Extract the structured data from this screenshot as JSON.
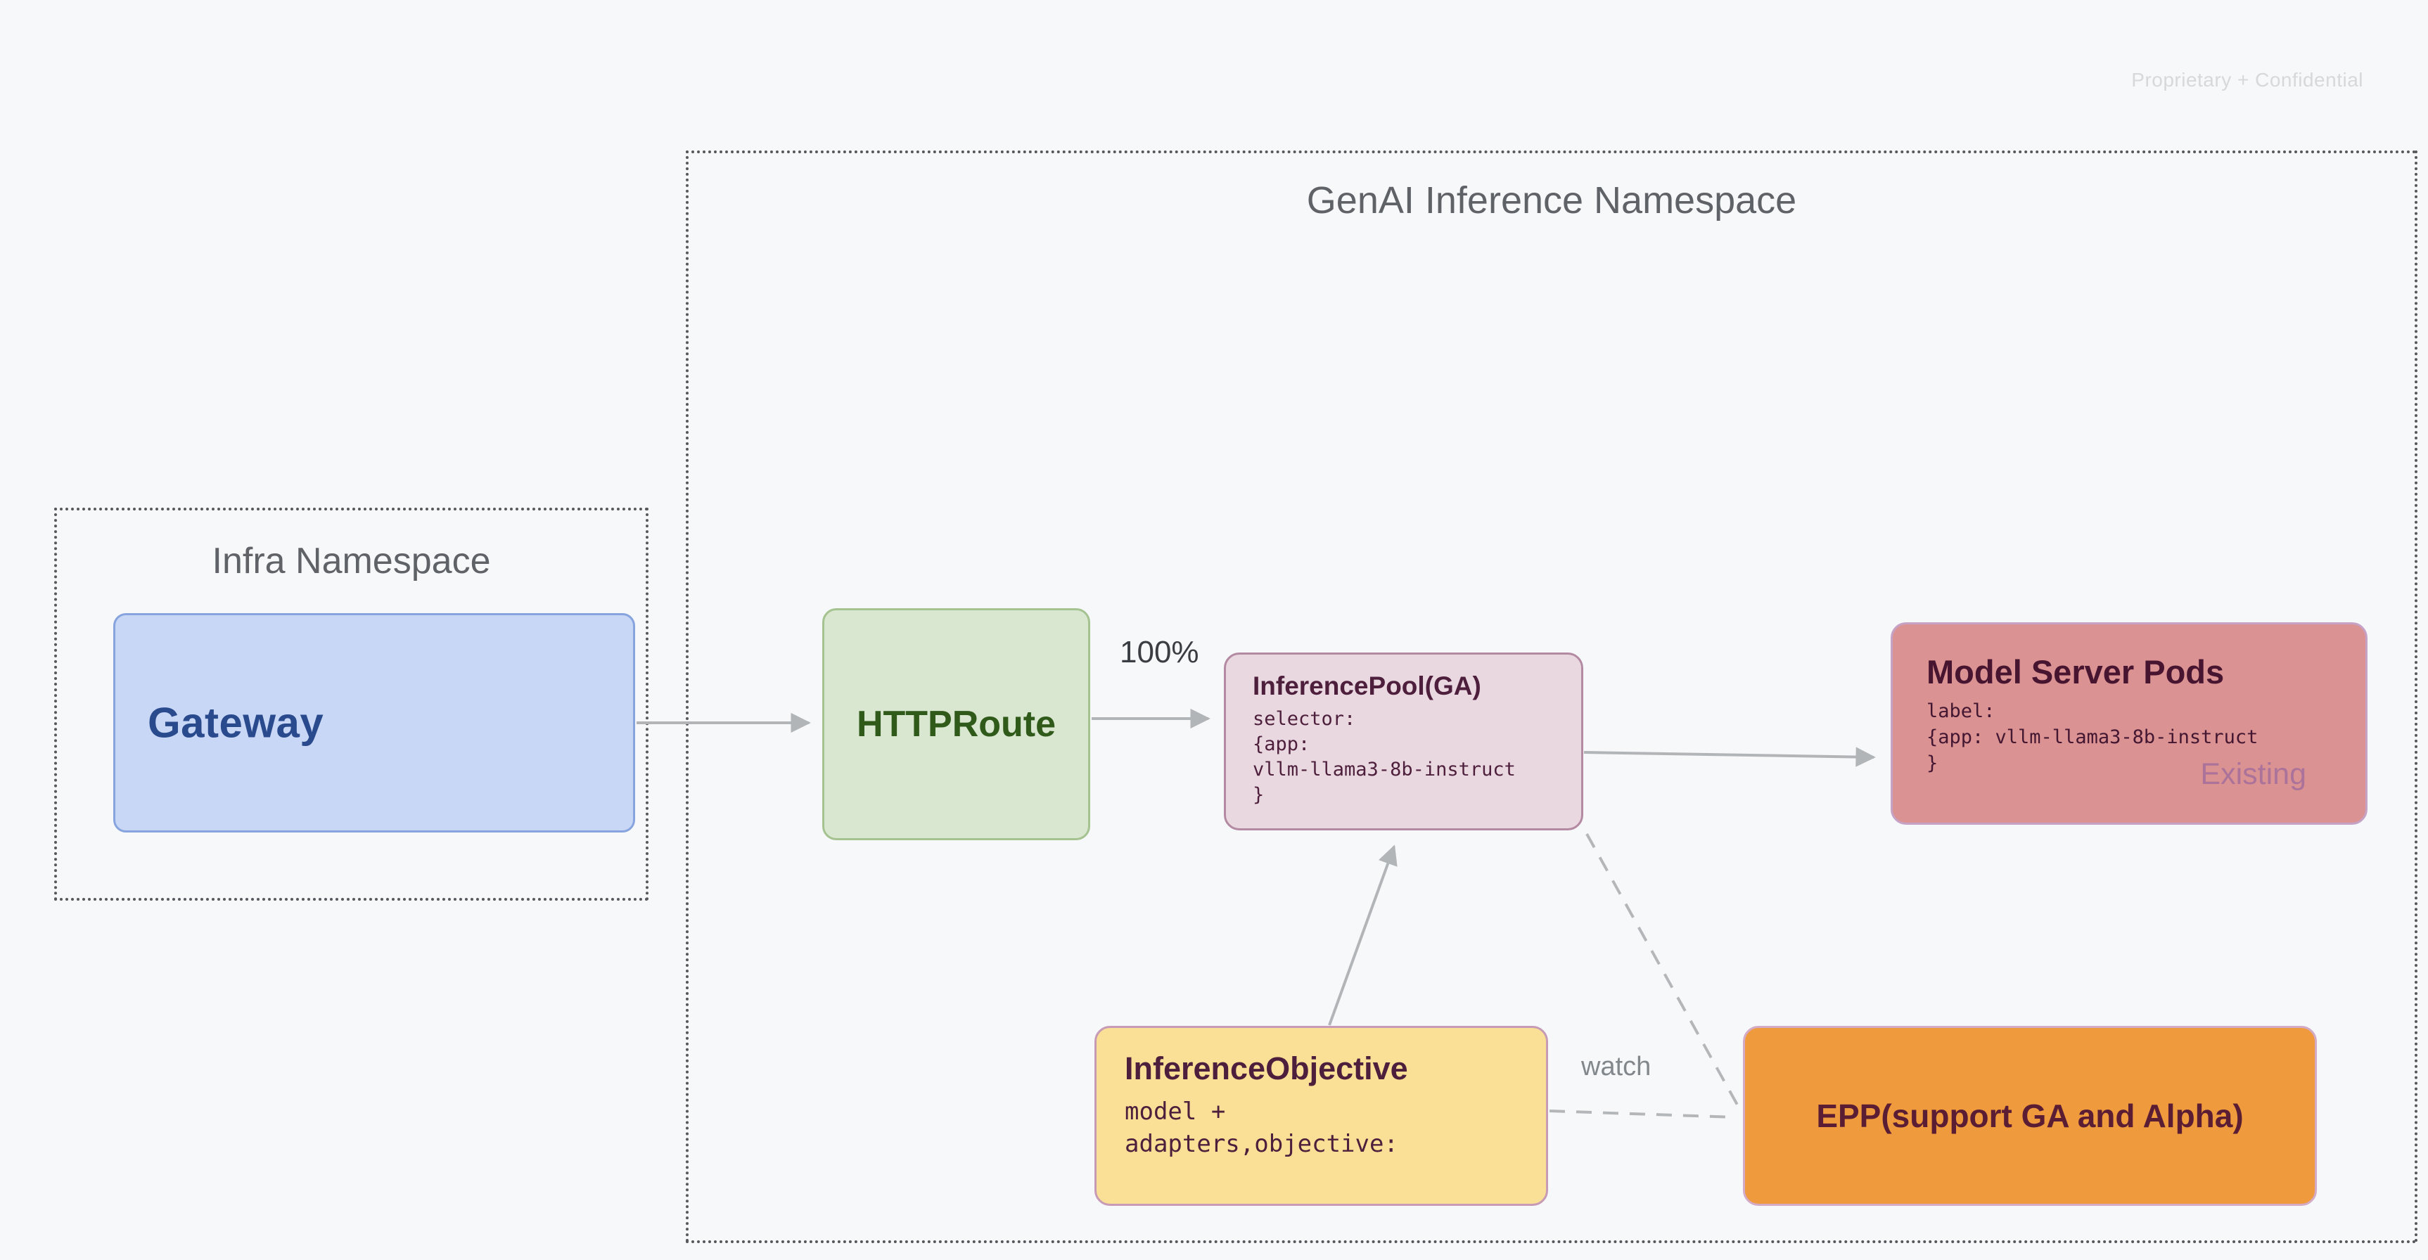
{
  "watermark": "Proprietary + Confidential",
  "genai_namespace": {
    "title": "GenAI Inference Namespace"
  },
  "infra_namespace": {
    "title": "Infra Namespace"
  },
  "nodes": {
    "gateway": {
      "label": "Gateway"
    },
    "httproute": {
      "label": "HTTPRoute"
    },
    "inference_pool": {
      "title": "InferencePool(GA)",
      "code": "selector:\n{app:\nvllm-llama3-8b-instruct\n}"
    },
    "model_server_pods": {
      "title": "Model Server Pods",
      "code": "label:\n{app: vllm-llama3-8b-instruct\n}",
      "status_watermark": "Existing"
    },
    "inference_objective": {
      "title": "InferenceObjective",
      "code": "model +\nadapters,objective:"
    },
    "epp": {
      "label": "EPP(support GA and Alpha)"
    }
  },
  "edge_labels": {
    "route_weight": "100%",
    "watch": "watch"
  },
  "colors": {
    "background": "#f7f8fa",
    "namespace_border": "#55585c",
    "namespace_title": "#5f6368",
    "arrow": "#b2b5b8",
    "gateway_fill": "#c7d7f5",
    "gateway_border": "#87a4de",
    "gateway_text": "#2a4a8e",
    "httproute_fill": "#d9e7d0",
    "httproute_border": "#a5c391",
    "httproute_text": "#2f5a1a",
    "inference_pool_fill": "#e9d8e0",
    "inference_pool_border": "#b38aa2",
    "inference_pool_text": "#4e1f3c",
    "model_server_pods_fill": "#db9292",
    "model_server_pods_border": "#c5a2c6",
    "model_server_pods_text": "#471530",
    "existing_text": "#a06b9c",
    "inference_objective_fill": "#f9e096",
    "inference_objective_border": "#c79ab6",
    "inference_objective_text": "#4e1f3c",
    "epp_fill": "#ef9a3d",
    "epp_border": "#d3abc6",
    "epp_text": "#5a1d33",
    "weight_label_text": "#3a3e42",
    "watch_label_text": "#82878c",
    "confidential_watermark_text": "#d6d8da"
  }
}
